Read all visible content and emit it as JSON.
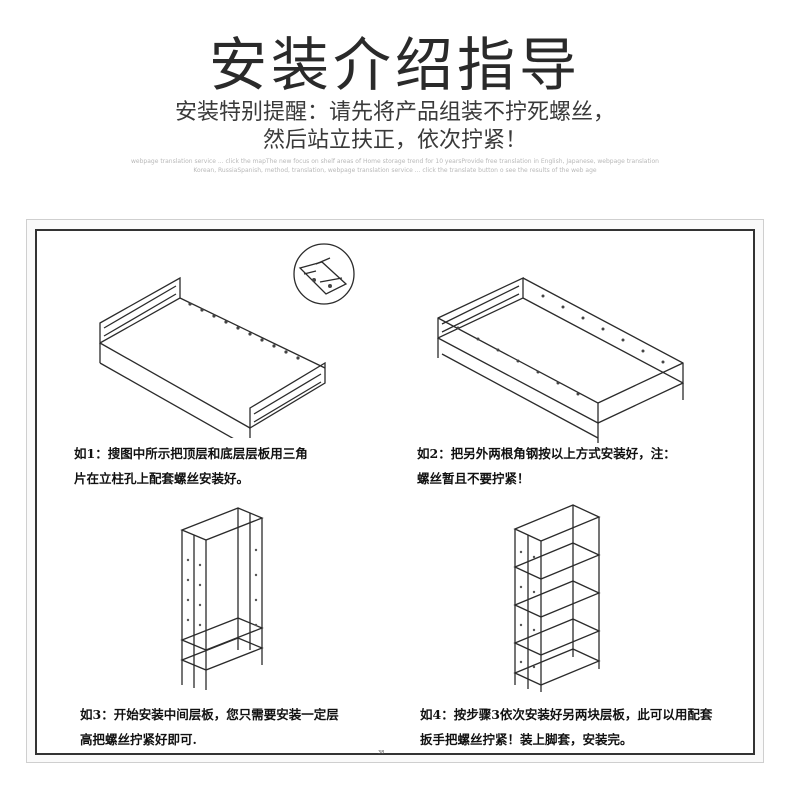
{
  "header": {
    "title": "安装介绍指导",
    "notice_line1": "安装特别提醒：请先将产品组装不拧死螺丝，",
    "notice_line2": "然后站立扶正，依次拧紧！",
    "watermark_line1": "webpage translation service ... click the mapThe new focus on shelf areas of Home storage trend for 10 yearsProvide free translation in English, Japanese, webpage translation",
    "watermark_line2": "Korean, RussiaSpanish, method, translation, webpage translation service ... click the translate button o see the results of the web age"
  },
  "steps": [
    {
      "line1": "如1：搜图中所示把顶层和底层层板用三角",
      "line2": "片在立柱孔上配套螺丝安装好。"
    },
    {
      "line1": "如2：把另外两根角钢按以上方式安装好，注：",
      "line2": "螺丝暂且不要拧紧！"
    },
    {
      "line1": "如3：开始安装中间层板，您只需要安装一定层",
      "line2": "高把螺丝拧紧好即可."
    },
    {
      "line1": "如4：按步骤3依次安装好另两块层板，此可以用配套",
      "line2": "扳手把螺丝拧紧！装上脚套，安装完。"
    }
  ],
  "footer_mark": "38",
  "colors": {
    "frame": "#333333",
    "line": "#2b2b2b",
    "dots": "#444444"
  }
}
